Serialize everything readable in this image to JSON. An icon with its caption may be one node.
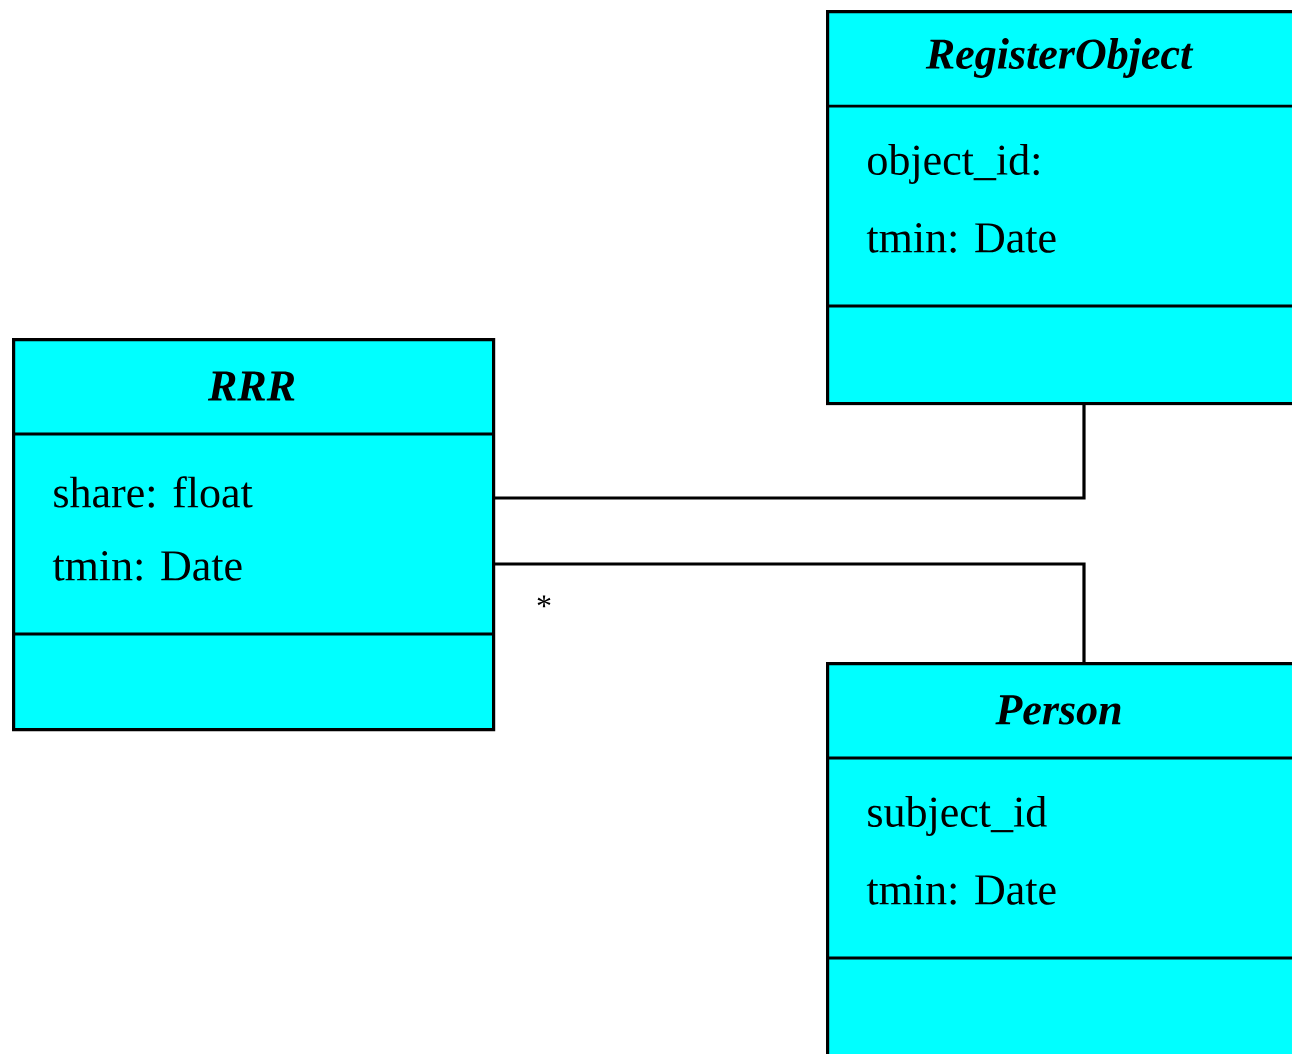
{
  "diagram": {
    "nodes": [
      {
        "text": [
          "RegisterObject",
          "object_id:",
          "tmin: Date"
        ]
      },
      {
        "text": [
          "RRR",
          "share: float",
          "tmin: Date"
        ]
      },
      {
        "text": [
          "Person",
          "subject_id",
          "tmin: Date"
        ]
      }
    ],
    "edges": [
      {
        "from": 1,
        "to": 0,
        "arrow": "none"
      },
      {
        "from": 1,
        "to": 2,
        "arrow": "none",
        "label": "*"
      }
    ]
  }
}
